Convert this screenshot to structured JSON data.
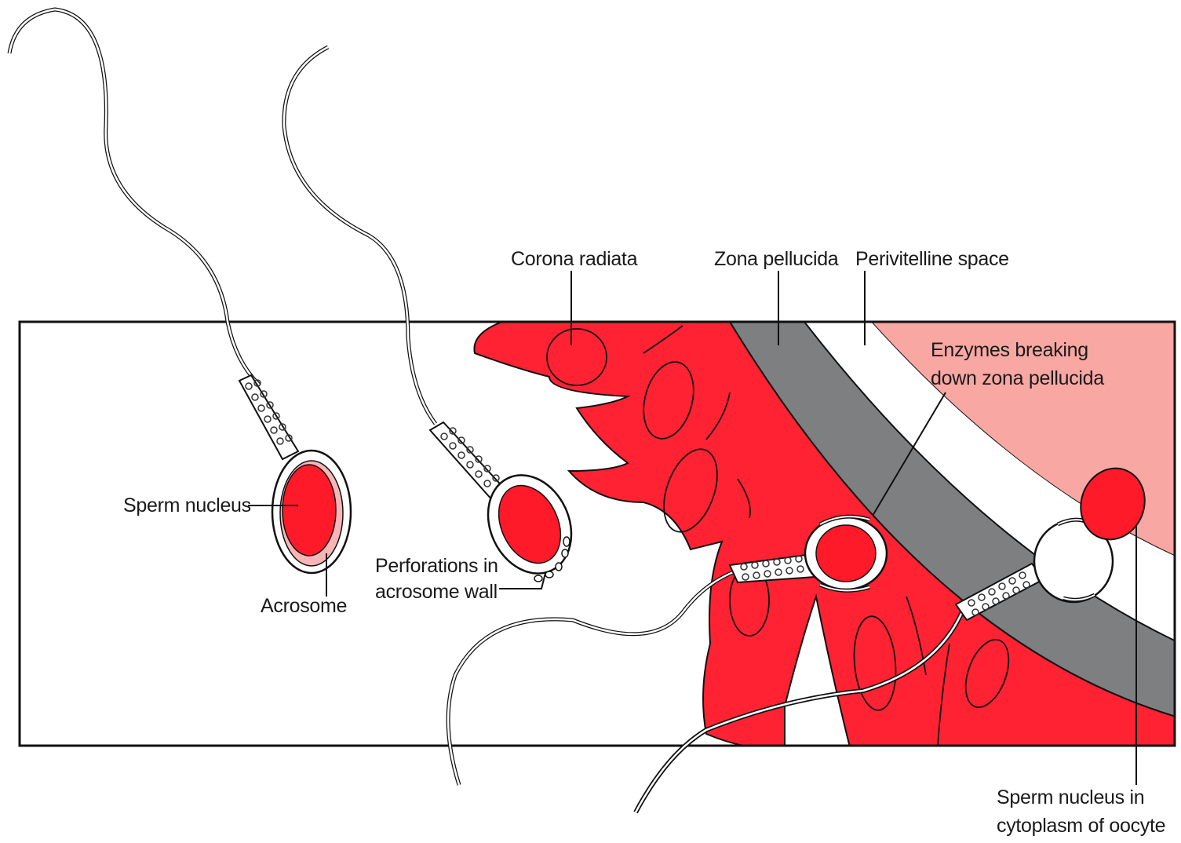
{
  "labels": {
    "corona_radiata": "Corona radiata",
    "zona_pellucida": "Zona pellucida",
    "perivitelline_space": "Perivitelline space",
    "enzymes_line1": "Enzymes breaking",
    "enzymes_line2": "down zona pellucida",
    "sperm_nucleus": "Sperm nucleus",
    "acrosome": "Acrosome",
    "perforations_line1": "Perforations in",
    "perforations_line2": "acrosome wall",
    "nucleus_oocyte_line1": "Sperm nucleus in",
    "nucleus_oocyte_line2": "cytoplasm of oocyte"
  },
  "colors": {
    "corona_red": "#ff2233",
    "nucleus_red": "#ff1a2a",
    "zona_gray": "#7d7f80",
    "oocyte_pink": "#f8a7a3",
    "acrosome_pink": "#f7b5b5",
    "outline": "#111111"
  }
}
